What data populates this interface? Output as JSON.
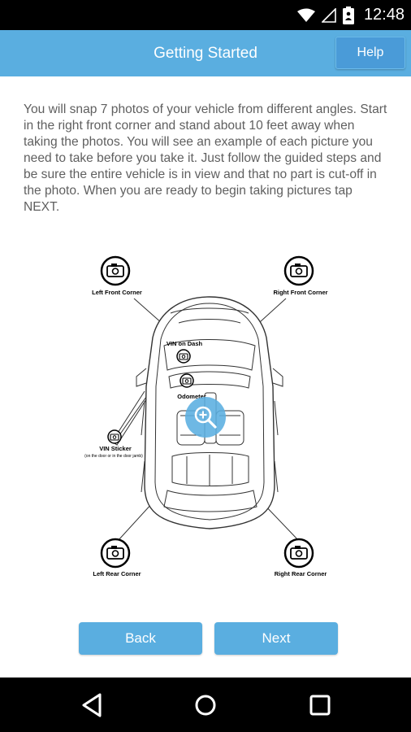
{
  "status_bar": {
    "time": "12:48",
    "icons": [
      "wifi-icon",
      "signal-icon",
      "battery-icon"
    ]
  },
  "app_bar": {
    "title": "Getting Started",
    "help_label": "Help"
  },
  "intro_text": "You will snap 7 photos of your vehicle from different angles. Start in the right front corner and stand about 10 feet away when taking the photos. You will see an example of each picture you need to take before you take it.  Just follow the guided steps and be sure the entire vehicle is in view and that no part is cut-off in the photo. When you are ready to begin taking pictures tap NEXT.",
  "diagram": {
    "labels": {
      "left_front": "Left Front Corner",
      "right_front": "Right Front Corner",
      "vin_dash": "VIN on Dash",
      "odometer": "Odometer",
      "vin_sticker": "VIN Sticker",
      "vin_sticker_note": "(on the door or in the door jamb)",
      "left_rear": "Left Rear Corner",
      "right_rear": "Right Rear Corner"
    },
    "zoom_icon": "zoom-in-icon"
  },
  "actions": {
    "back_label": "Back",
    "next_label": "Next"
  },
  "nav_bar": {
    "icons": [
      "back-triangle-icon",
      "home-circle-icon",
      "recents-square-icon"
    ]
  },
  "colors": {
    "accent": "#5aaee0",
    "help_button": "#4a9bd8",
    "text": "#5f5f5f",
    "zoom_overlay": "#5aaee0"
  }
}
